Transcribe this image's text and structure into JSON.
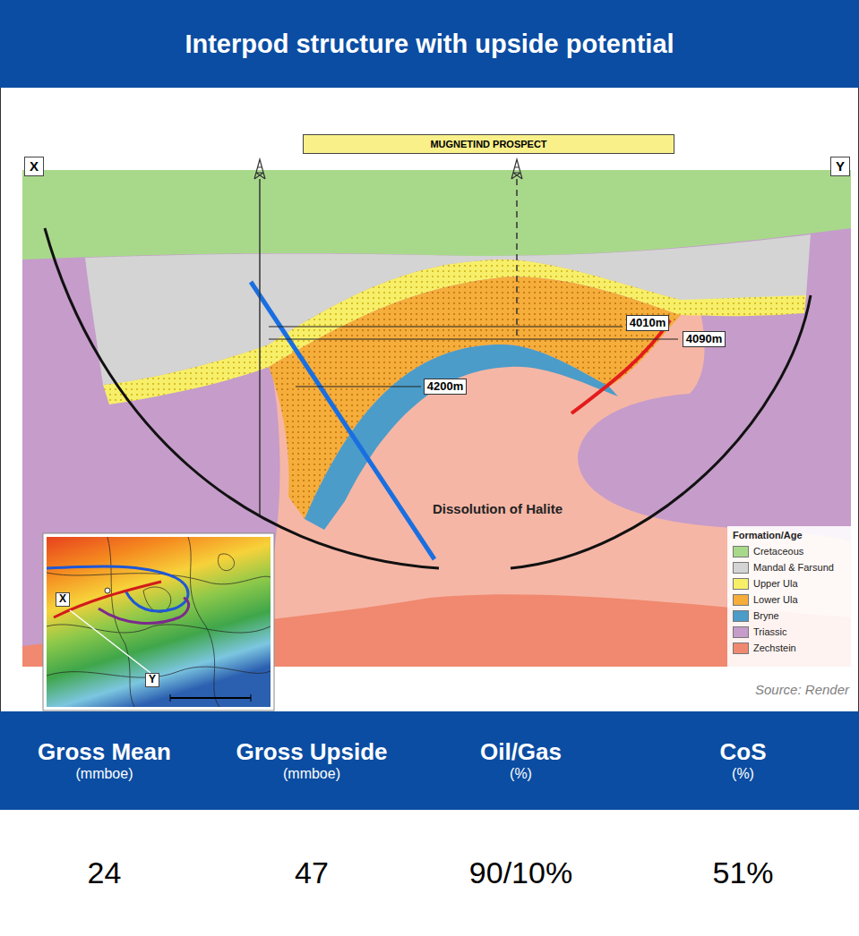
{
  "diagram": {
    "title": "Interpod structure with upside potential",
    "nodes": [
      {
        "text": [
          "MUGNETIND PROSPECT"
        ]
      },
      {
        "text": [
          "X"
        ]
      },
      {
        "text": [
          "Y"
        ]
      },
      {
        "text": [
          "4010m"
        ]
      },
      {
        "text": [
          "4090m"
        ]
      },
      {
        "text": [
          "4200m"
        ]
      },
      {
        "text": [
          "X"
        ]
      },
      {
        "text": [
          "Y"
        ]
      },
      {
        "text": [
          "Gross Mean",
          "(mmboe)"
        ]
      },
      {
        "text": [
          "Gross Upside",
          "(mmboe)"
        ]
      },
      {
        "text": [
          "Oil/Gas",
          "(%)"
        ]
      },
      {
        "text": [
          "CoS",
          "(%)"
        ]
      },
      {
        "text": [
          "24"
        ]
      },
      {
        "text": [
          "47"
        ]
      },
      {
        "text": [
          "90/10%"
        ]
      },
      {
        "text": [
          "51%"
        ]
      }
    ],
    "labels": [
      "Dissolution of Halite",
      "Formation/Age",
      "Source: Render"
    ],
    "legend": [
      {
        "text": "Cretaceous",
        "color": "#a8d98b"
      },
      {
        "text": "Mandal & Farsund",
        "color": "#d4d4d4"
      },
      {
        "text": "Upper Ula",
        "color": "#f7ef6a"
      },
      {
        "text": "Lower Ula",
        "color": "#f5ad3c"
      },
      {
        "text": "Bryne",
        "color": "#4b9cc9"
      },
      {
        "text": "Triassic",
        "color": "#c59cca"
      },
      {
        "text": "Zechstein",
        "color": "#f0896f"
      }
    ]
  }
}
